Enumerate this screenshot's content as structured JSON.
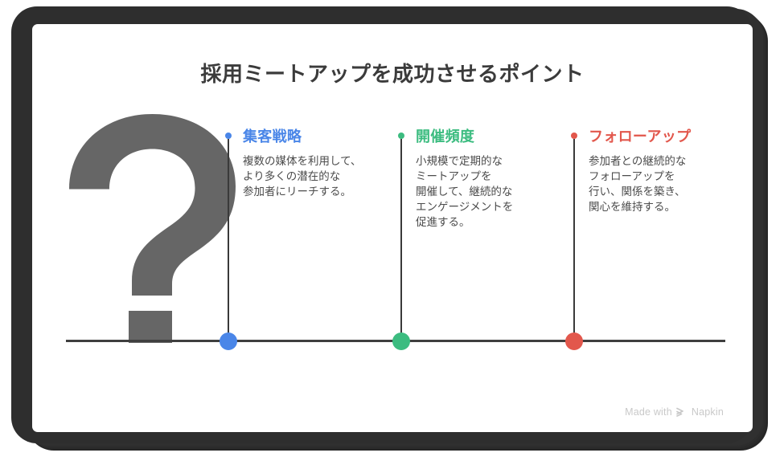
{
  "slide": {
    "title": "採用ミートアップを成功させるポイント",
    "graphic": "question-mark",
    "baseline": true
  },
  "colors": {
    "accent_blue": "#4a86e8",
    "accent_green": "#3cbc80",
    "accent_red": "#e2574c",
    "question_mark": "#666666",
    "baseline": "#3f3f3f",
    "title_text": "#3b3b3b",
    "body_text": "#4c4c4c",
    "frame": "#2e2e2e",
    "watermark_text": "#c9c9c9"
  },
  "columns": [
    {
      "label": "集客戦略",
      "body": "複数の媒体を利用して、\nより多くの潜在的な\n参加者にリーチする。",
      "color": "#4a86e8"
    },
    {
      "label": "開催頻度",
      "body": "小規模で定期的な\nミートアップを\n開催して、継続的な\nエンゲージメントを\n促進する。",
      "color": "#3cbc80"
    },
    {
      "label": "フォローアップ",
      "body": "参加者との継続的な\nフォローアップを\n行い、関係を築き、\n関心を維持する。",
      "color": "#e2574c"
    }
  ],
  "watermark": {
    "text_before": "Made with",
    "brand": "Napkin",
    "icon": "napkin-chevron-icon"
  }
}
